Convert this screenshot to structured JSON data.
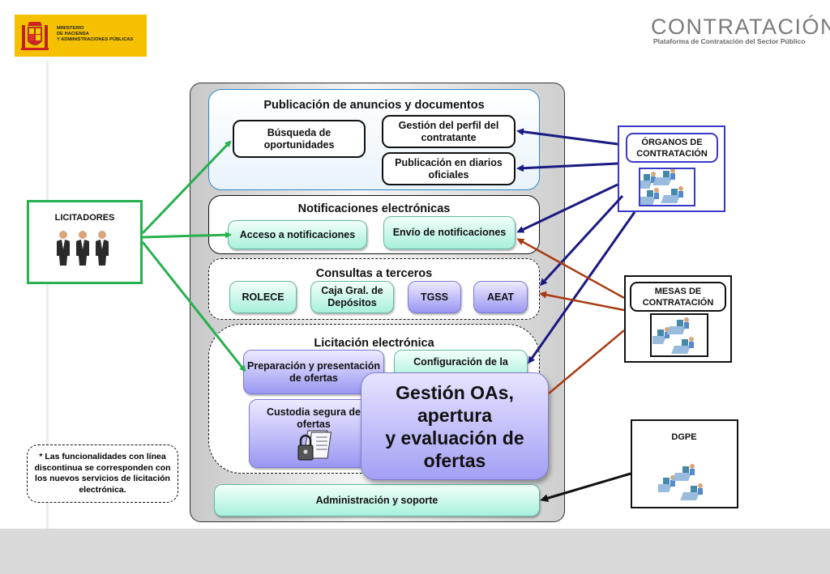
{
  "header": {
    "ministry_lines": [
      "MINISTERIO",
      "DE HACIENDA",
      "Y ADMINISTRACIONES PÚBLICAS"
    ],
    "brand_title": "CONTRATACIÓN",
    "brand_subtitle": "Plataforma de Contratación del Sector Público"
  },
  "sections": {
    "publicacion": {
      "title": "Publicación de anuncios y documentos",
      "busqueda": "Búsqueda de oportunidades",
      "perfil": "Gestión del perfil del contratante",
      "diarios": "Publicación en diarios oficiales"
    },
    "notificaciones": {
      "title": "Notificaciones electrónicas",
      "acceso": "Acceso a notificaciones",
      "envio": "Envío de notificaciones"
    },
    "consultas": {
      "title": "Consultas a terceros",
      "rolece": "ROLECE",
      "caja": "Caja Gral. de Depósitos",
      "tgss": "TGSS",
      "aeat": "AEAT"
    },
    "licitacion": {
      "title": "Licitación electrónica",
      "preparacion": "Preparación y presentación de ofertas",
      "configuracion": "Configuración de la",
      "custodia": "Custodia segura de ofertas"
    },
    "administracion": "Administración y soporte"
  },
  "overlay": {
    "lines": [
      "Gestión OAs,",
      "apertura",
      "y evaluación de",
      "ofertas"
    ]
  },
  "actors": {
    "licitadores": "LICITADORES",
    "organos": "ÓRGANOS DE CONTRATACIÓN",
    "mesas": "MESAS DE CONTRATACIÓN",
    "dgpe": "DGPE"
  },
  "note": "* Las funcionalidades con línea discontinua se corresponden con los nuevos servicios de licitación electrónica.",
  "colors": {
    "green_arrow": "#27b04e",
    "navy_arrow": "#1a1a80",
    "brown_arrow": "#a63c12",
    "blue_frame": "#3939c8"
  }
}
